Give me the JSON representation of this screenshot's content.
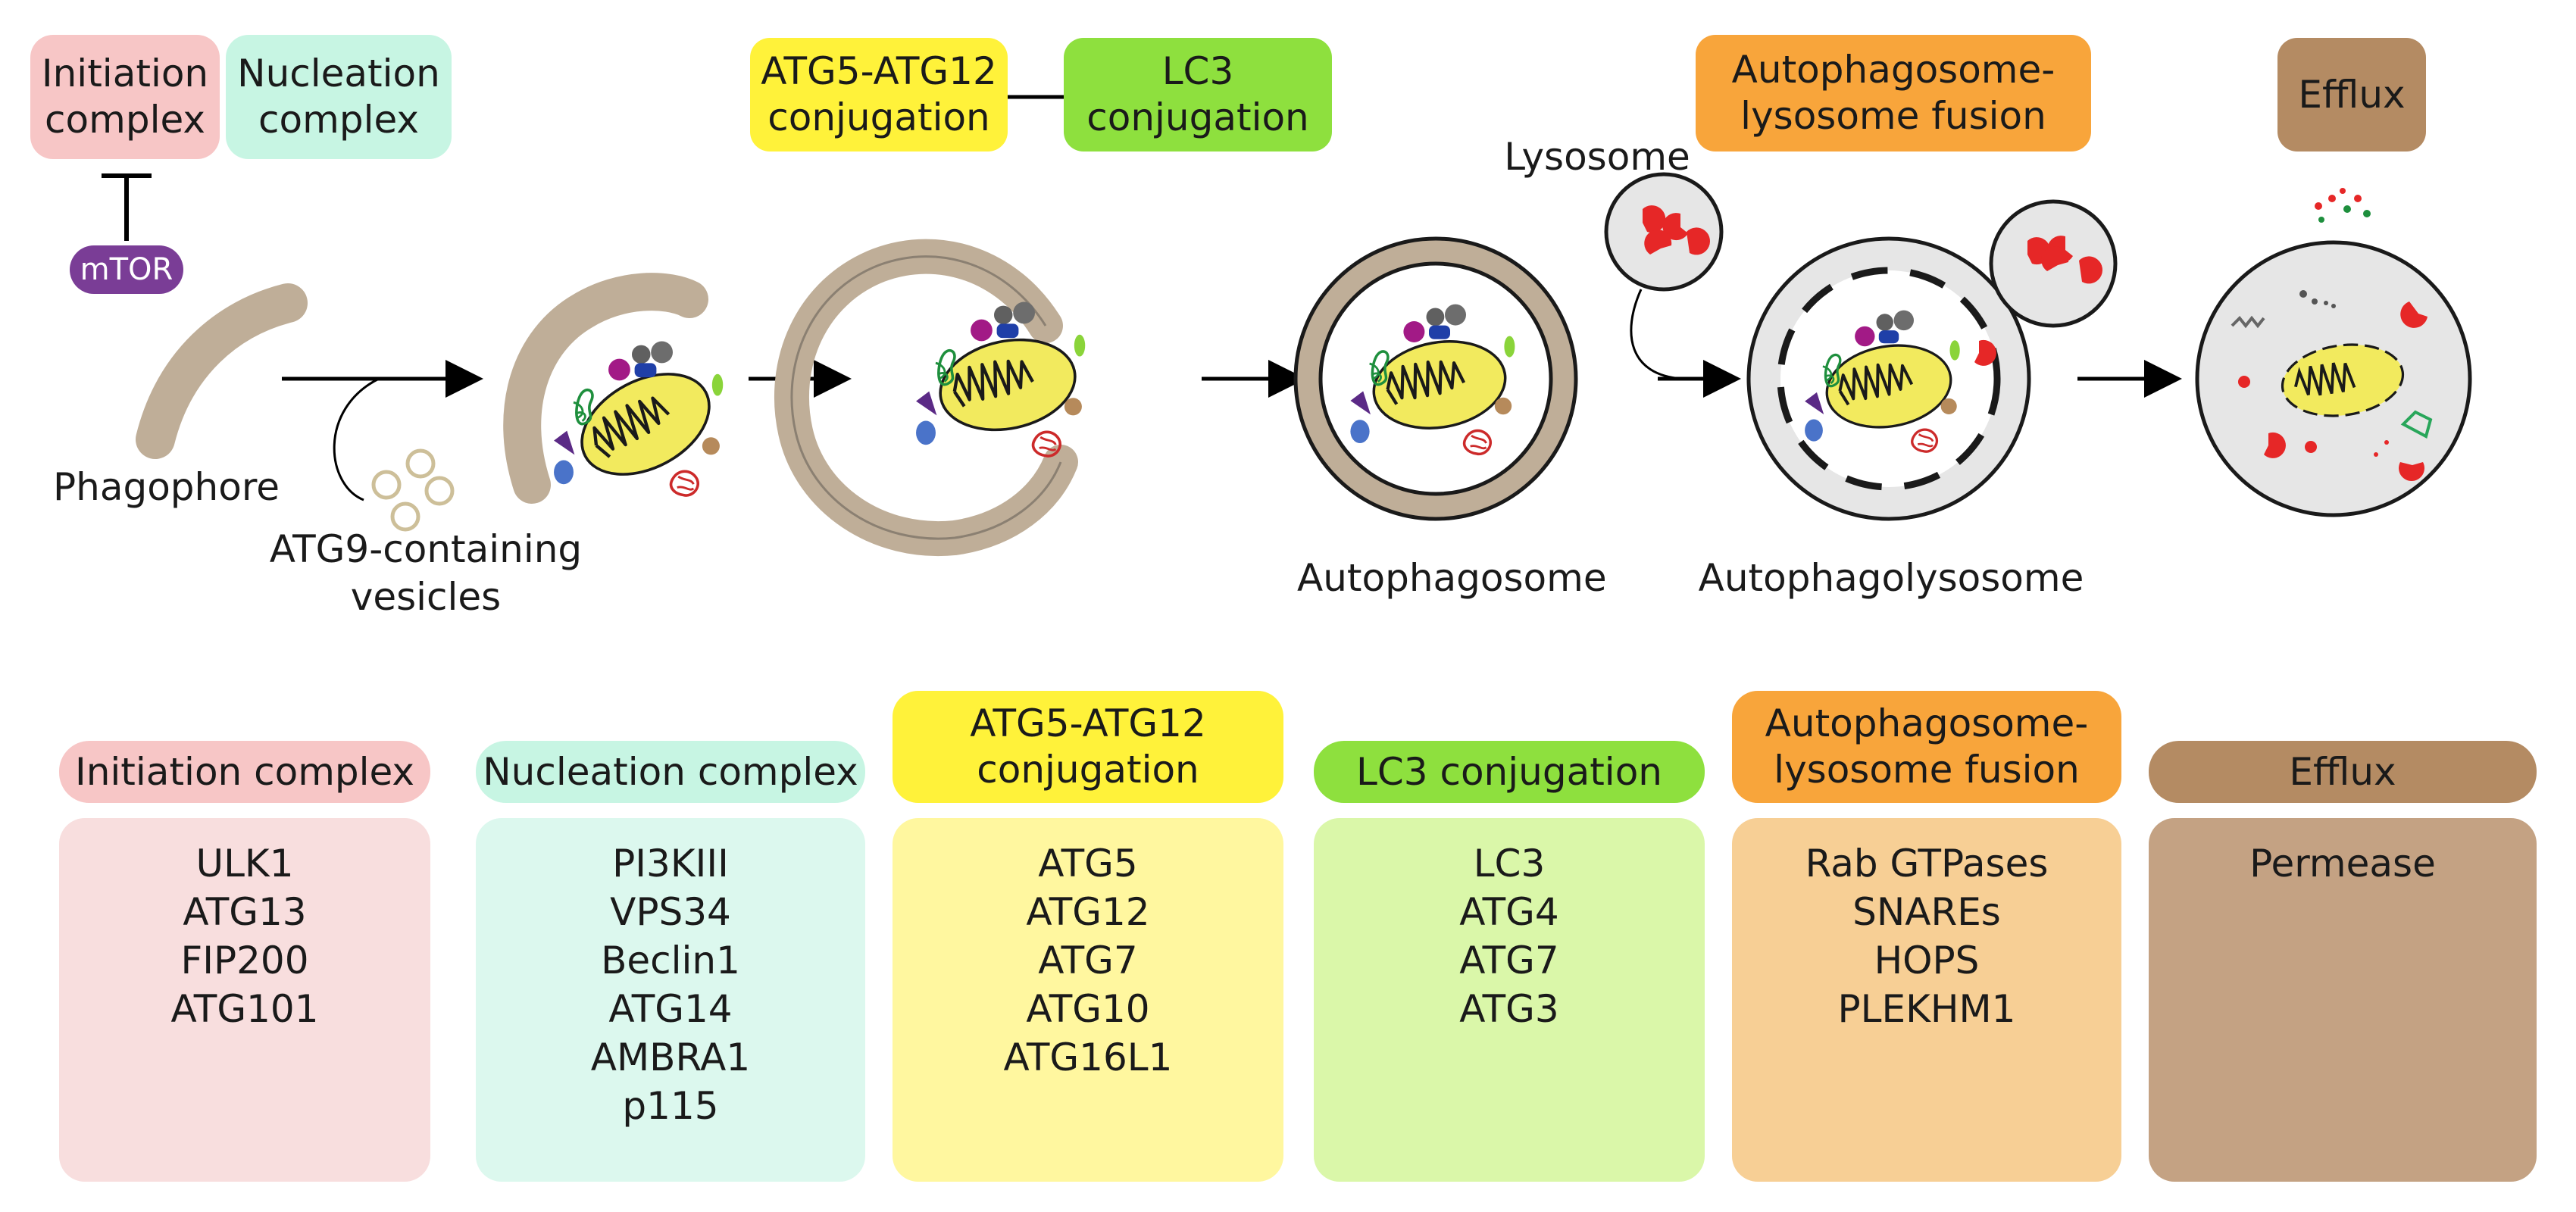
{
  "top_labels": {
    "initiation": "Initiation\ncomplex",
    "nucleation": "Nucleation\ncomplex",
    "atg5_atg12": "ATG5-ATG12\nconjugation",
    "lc3": "LC3\nconjugation",
    "fusion": "Autophagosome-\nlysosome fusion",
    "efflux": "Efflux",
    "mtor": "mTOR"
  },
  "structure_labels": {
    "phagophore": "Phagophore",
    "atg9": "ATG9-containing\nvesicles",
    "lysosome": "Lysosome",
    "autophagosome": "Autophagosome",
    "autophagolysosome": "Autophagolysosome"
  },
  "columns": [
    {
      "header": "Initiation complex",
      "items": [
        "ULK1",
        "ATG13",
        "FIP200",
        "ATG101"
      ]
    },
    {
      "header": "Nucleation complex",
      "items": [
        "PI3KIII",
        "VPS34",
        "Beclin1",
        "ATG14",
        "AMBRA1",
        "p115"
      ]
    },
    {
      "header": "ATG5-ATG12\nconjugation",
      "items": [
        "ATG5",
        "ATG12",
        "ATG7",
        "ATG10",
        "ATG16L1"
      ]
    },
    {
      "header": "LC3 conjugation",
      "items": [
        "LC3",
        "ATG4",
        "ATG7",
        "ATG3"
      ]
    },
    {
      "header": "Autophagosome-\nlysosome fusion",
      "items": [
        "Rab GTPases",
        "SNAREs",
        "HOPS",
        "PLEKHM1"
      ]
    },
    {
      "header": "Efflux",
      "items": [
        "Permease"
      ]
    }
  ],
  "colors": {
    "initiation": "#f7c6c6",
    "initiation_light": "#f8dede",
    "nucleation": "#c7f5e3",
    "nucleation_light": "#dcf8ee",
    "atg5": "#fff23a",
    "atg5_light": "#fff79f",
    "lc3": "#8ee03e",
    "lc3_light": "#daf7a9",
    "fusion": "#f8a53b",
    "fusion_light": "#f7cf95",
    "efflux": "#b48b63",
    "efflux_light": "#c4a283",
    "mtor": "#7a3d96",
    "membrane": "#bfae98",
    "lumen": "#e6e6e6"
  }
}
